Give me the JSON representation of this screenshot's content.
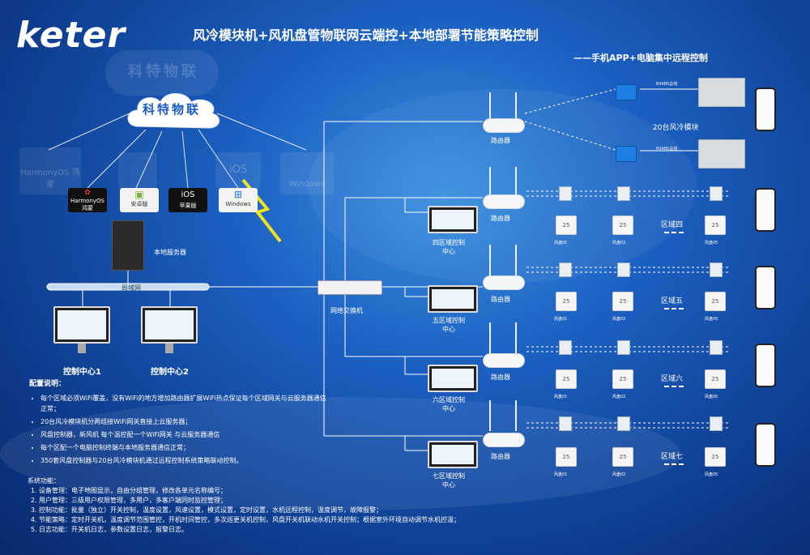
{
  "header": {
    "logo": "keter",
    "title": "风冷模块机+风机盘管物联网云端控+本地部署节能策略控制",
    "subtitle": "——手机APP+电脑集中远程控制"
  },
  "cloud": {
    "label": "科特物联",
    "watermark": "科特物联"
  },
  "os_platforms": {
    "harmony": "HarmonyOS 鸿蒙",
    "harmony_watermark": "HarmonyOS 鸿蒙",
    "android": "安卓版",
    "ios": "iOS",
    "ios_sub": "苹果版",
    "ios_watermark": "iOS",
    "windows": "Windows",
    "windows_watermark": "Windows"
  },
  "nodes": {
    "local_server": "本地服务器",
    "lan": "局域网",
    "switch": "网络交换机",
    "control_center_1": "控制中心1",
    "control_center_2": "控制中心2",
    "router": "路由器",
    "rs485_bus": "RS485总线",
    "chiller_group": "20台风冷模块"
  },
  "regions": [
    {
      "controller": "四区域控制中心",
      "label": "区域四"
    },
    {
      "controller": "五区域控制中心",
      "label": "区域五"
    },
    {
      "controller": "六区域控制中心",
      "label": "区域六"
    },
    {
      "controller": "七区域控制中心",
      "label": "区域七"
    }
  ],
  "device_labels": {
    "a": "风盘01",
    "b": "风盘02",
    "c": "风盘05"
  },
  "config": {
    "heading": "配置说明：",
    "items": [
      "每个区域必须WiFi覆盖，没有WiFi的地方增加路由器扩展WiFi热点保证每个区域网关与云服务器通信正常；",
      "20台风冷模块机分两组接WiFi网关直接上云服务器；",
      "风盘控制器，新风机 每个温控配一个WiFi网关 与云服务器通信",
      "每个区配一个电脑控制终端与本地服务器通信正常；",
      "350套风盘控制器与20台风冷模块机通过远程控制系统策略联动控制。"
    ]
  },
  "functions": {
    "heading": "系统功能：",
    "items": [
      "设备管理：电子地图显示，自由分组管理，修改各单元名称编号；",
      "用户管理：三级用户权限管理，多用户，多客户端同时监控管理；",
      "控制功能：批量（独立）开关控制，温度设置，风速设置，模式设置，定时设置，水机远程控制，温度调节，故障报警；",
      "节能策略：定时开关机，温度调节范围管控，开机时间管控，多次巡更关机控制，风盘开关机联动水机开关控制；根据室外环境自动调节水机控温；",
      "日志功能：开关机日志，参数设置日志，报警日志。"
    ]
  },
  "colors": {
    "background": "#1b5fc0",
    "line": "#ffffff",
    "lightning": "#f5e11a",
    "gateway": "#1e80e6"
  }
}
